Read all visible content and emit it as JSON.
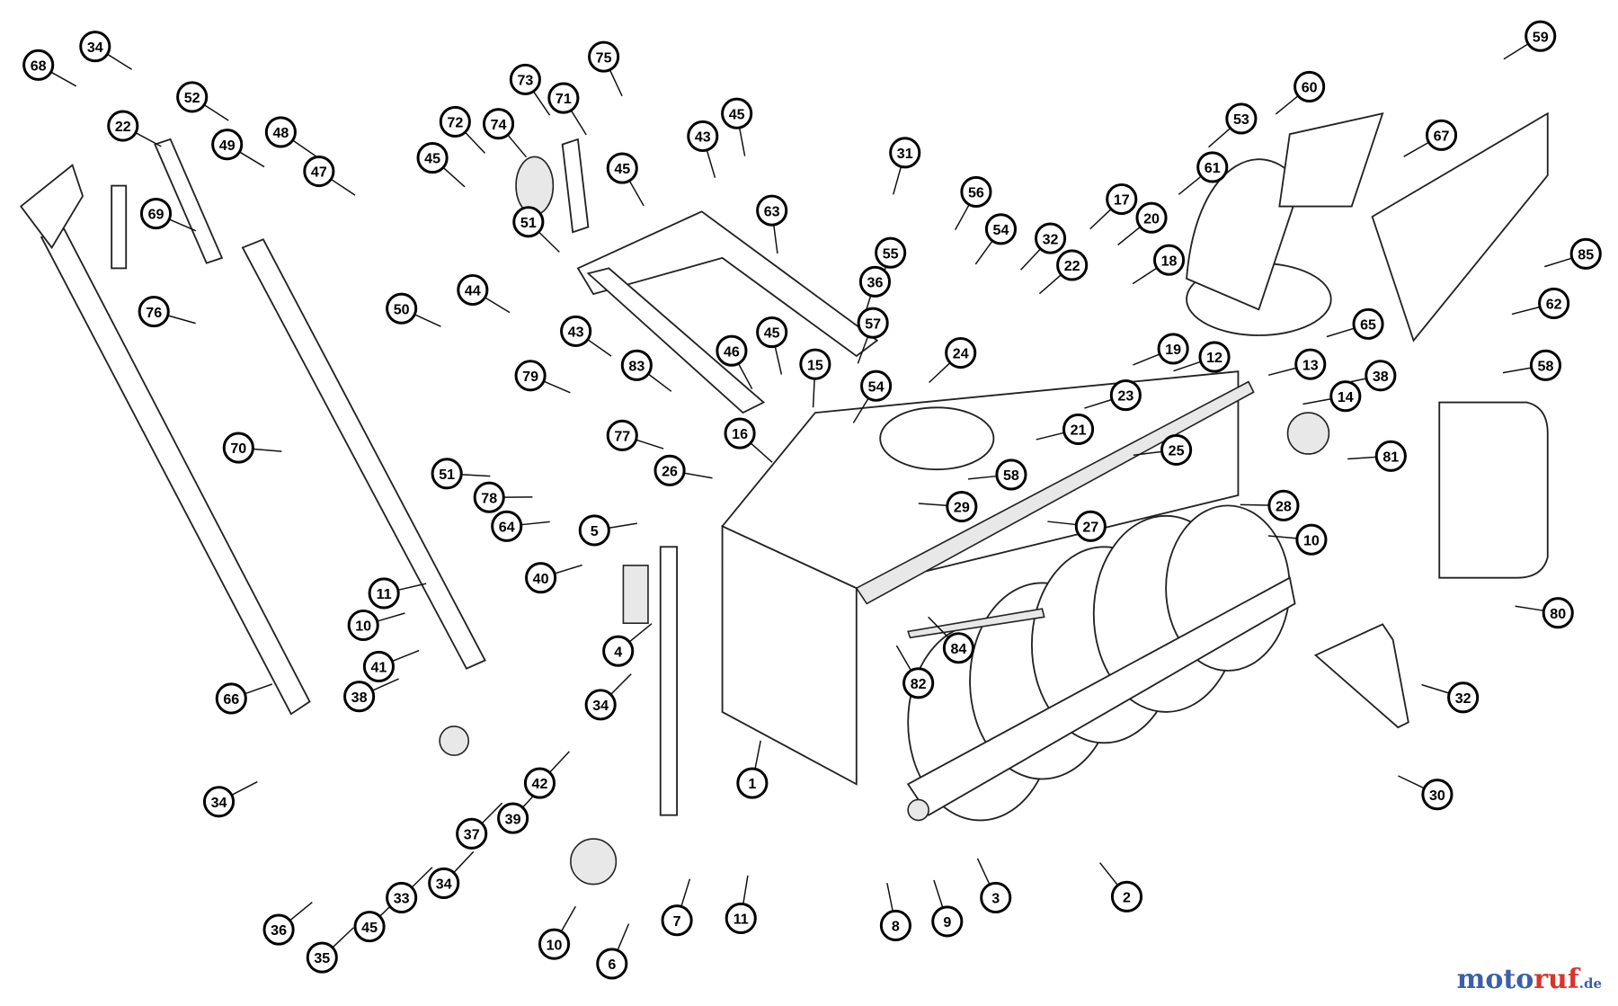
{
  "title": "Snow thrower parts diagram",
  "callouts": [
    "68",
    "34",
    "22",
    "52",
    "49",
    "48",
    "47",
    "69",
    "76",
    "50",
    "51",
    "70",
    "79",
    "77",
    "78",
    "64",
    "40",
    "11",
    "10",
    "66",
    "41",
    "38",
    "34",
    "42",
    "39",
    "37",
    "34",
    "45",
    "33",
    "34",
    "36",
    "35",
    "72",
    "74",
    "73",
    "71",
    "75",
    "45",
    "45",
    "51",
    "43",
    "45",
    "63",
    "44",
    "43",
    "45",
    "46",
    "83",
    "15",
    "16",
    "26",
    "5",
    "4",
    "1",
    "7",
    "6",
    "10",
    "11",
    "31",
    "56",
    "54",
    "32",
    "22",
    "55",
    "36",
    "57",
    "54",
    "24",
    "58",
    "21",
    "23",
    "19",
    "17",
    "20",
    "18",
    "29",
    "27",
    "25",
    "28",
    "10",
    "12",
    "13",
    "14",
    "84",
    "82",
    "3",
    "2",
    "8",
    "9",
    "53",
    "60",
    "61",
    "67",
    "59",
    "85",
    "65",
    "62",
    "38",
    "58",
    "81",
    "80",
    "32",
    "30"
  ],
  "watermark": {
    "part1": "moto",
    "part2": "ruf",
    "part3": ".de"
  }
}
